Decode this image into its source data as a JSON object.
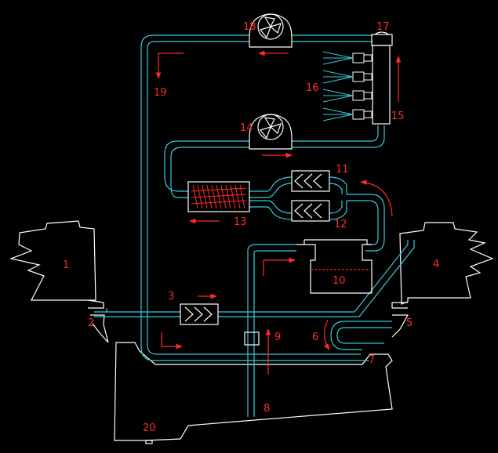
{
  "colors": {
    "background": "#000000",
    "pipe": "#33ccdd",
    "outline": "#ffffff",
    "label": "#ff2a2a",
    "arrow": "#ff2a2a",
    "hatch": "#ff2a2a"
  },
  "labels": {
    "l1": "1",
    "l2": "2",
    "l3": "3",
    "l4": "4",
    "l5": "5",
    "l6": "6",
    "l7": "7",
    "l8": "8",
    "l9": "9",
    "l10": "10",
    "l11": "11",
    "l12": "12",
    "l13": "13",
    "l14": "14",
    "l15": "15",
    "l16": "16",
    "l17": "17",
    "l18": "18",
    "l19": "19",
    "l20": "20"
  },
  "icons": {
    "fan_top": "fan-icon",
    "fan_mid": "fan-icon",
    "filter": "triangle-filter-icon",
    "injector": "spray-nozzle-icon"
  }
}
